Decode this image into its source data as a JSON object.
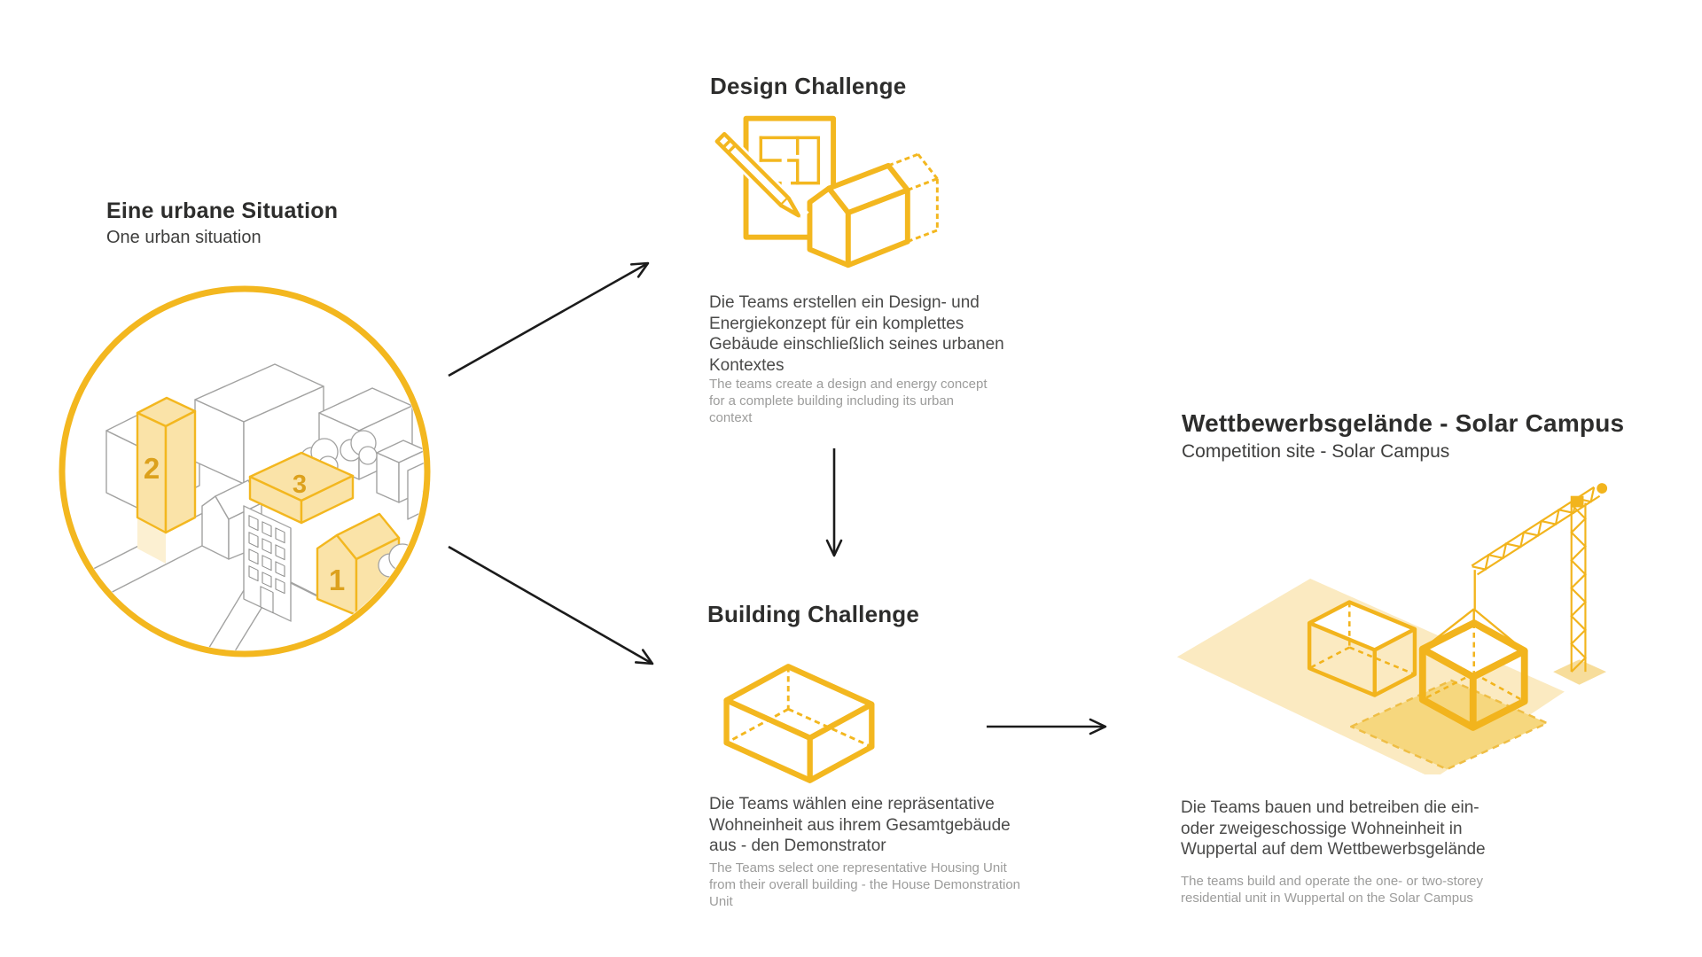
{
  "palette": {
    "yellow": "#F3B71F",
    "yellow_fill_light": "#FAE3A8",
    "yellow_ground": "#FBEAC1",
    "yellow_plot": "#F6D77E",
    "number_yellow": "#DCA11C",
    "title_dark": "#2D2D2C",
    "body_gray": "#4A4A49",
    "muted_gray": "#9C9C9B",
    "line_gray": "#A2A2A1",
    "arrow_black": "#1B1B1B"
  },
  "urban_situation": {
    "title": "Eine urbane Situation",
    "subtitle": "One urban situation",
    "labels": {
      "b1": "1",
      "b2": "2",
      "b3": "3"
    }
  },
  "design_challenge": {
    "title": "Design Challenge",
    "description_de": "Die Teams erstellen ein Design- und Energiekonzept für ein komplettes Gebäude einschließlich seines urbanen Kontextes",
    "description_en": "The teams create a design and energy concept for a complete building including its urban context"
  },
  "building_challenge": {
    "title": "Building Challenge",
    "description_de": "Die Teams wählen eine repräsentative Wohneinheit aus ihrem Gesamtgebäude aus - den Demonstrator",
    "description_en": "The Teams select one representative Housing Unit from their overall building - the House Demonstration Unit"
  },
  "competition_site": {
    "title": "Wettbewerbsgelände - Solar Campus",
    "subtitle": "Competition site - Solar Campus",
    "description_de": "Die Teams bauen und betreiben die ein- oder zweigeschossige Wohneinheit in Wuppertal auf dem Wettbewerbsgelände",
    "description_en": "The teams build and operate the one- or two-storey residential unit in Wuppertal on the Solar Campus"
  }
}
